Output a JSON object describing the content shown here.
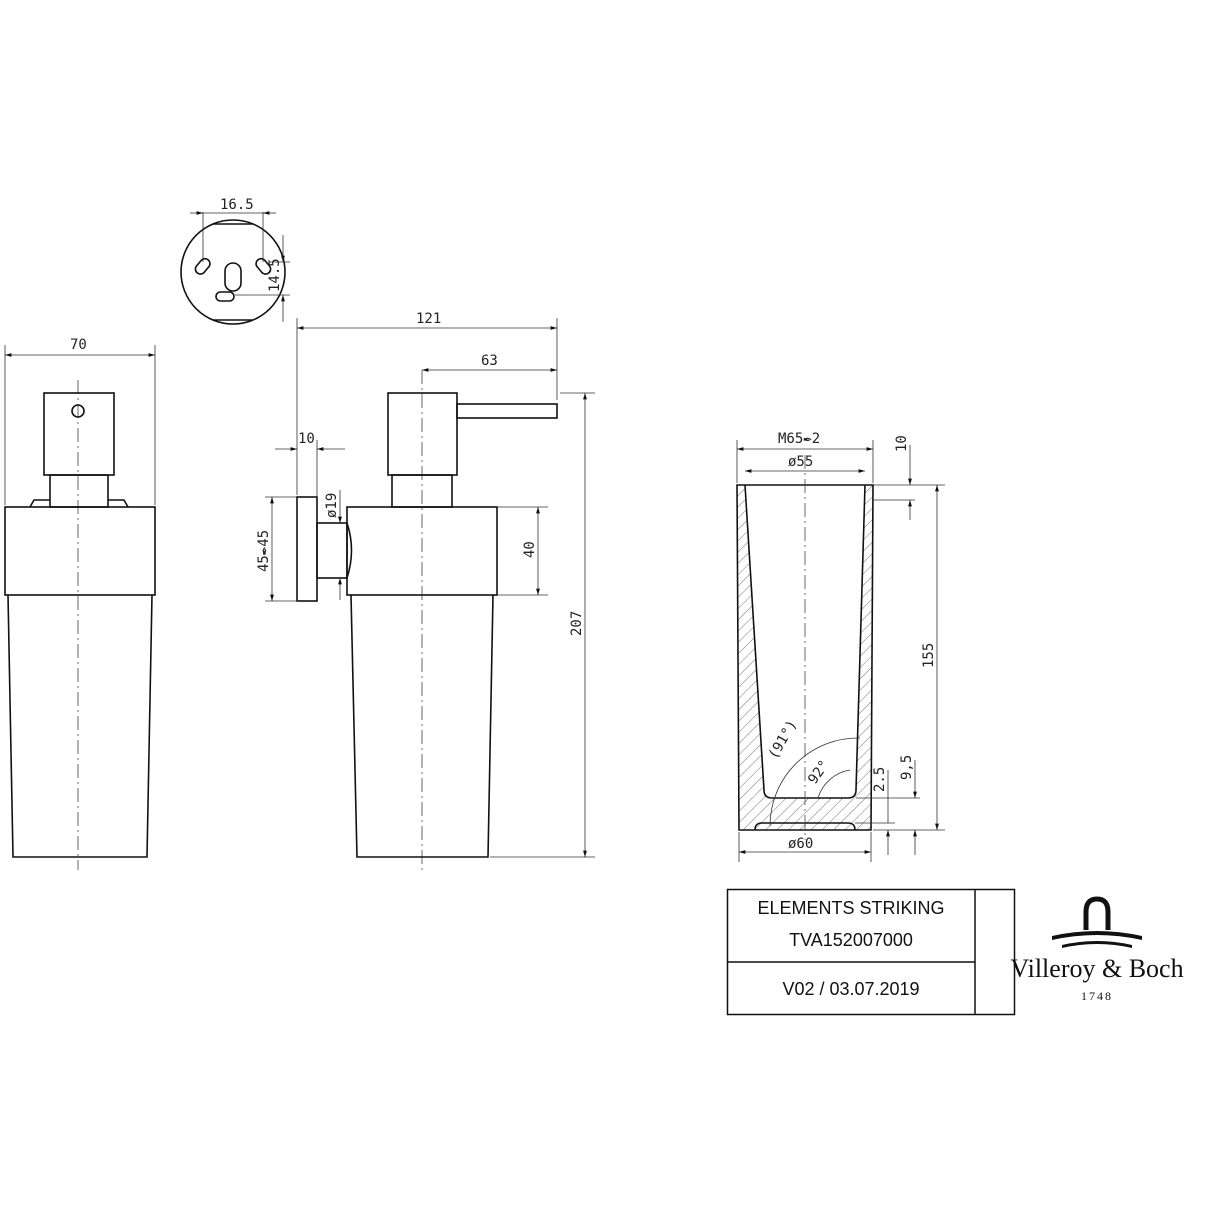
{
  "dimensions": {
    "mount_hole_spacing": "16.5",
    "mount_hole_offset": "14.5",
    "front_width": "70",
    "total_depth": "121",
    "spout_length": "63",
    "plate_thickness": "10",
    "plate_size": "45✒45",
    "arm_diameter": "ø19",
    "collar_height": "40",
    "total_height": "207",
    "thread": "M65✒2",
    "inner_diameter": "ø55",
    "thread_length": "10",
    "container_height": "155",
    "base_diameter": "ø60",
    "outer_angle": "(91°)",
    "inner_angle": "92°",
    "base_recess": "2.5",
    "base_thickness": "9,5"
  },
  "title_block": {
    "product_name": "ELEMENTS STRIKING",
    "article_number": "TVA152007000",
    "version_date": "V02 / 03.07.2019"
  },
  "logo": {
    "brand": "Villeroy & Boch",
    "year": "1748"
  }
}
